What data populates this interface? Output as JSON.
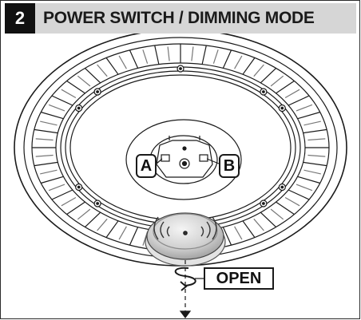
{
  "header": {
    "step_number": "2",
    "title": "POWER SWITCH / DIMMING MODE"
  },
  "labels": {
    "a": "A",
    "b": "B",
    "open": "OPEN"
  },
  "colors": {
    "header_bg": "#d6d6d6",
    "badge_bg": "#111111",
    "line": "#1a1a1a"
  }
}
